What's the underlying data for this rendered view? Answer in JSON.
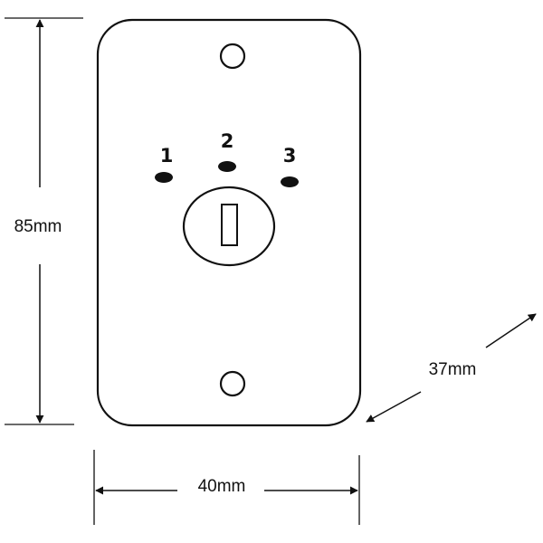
{
  "dimensions": {
    "height": "85mm",
    "width": "40mm",
    "depth": "37mm"
  },
  "positions": [
    "1",
    "2",
    "3"
  ],
  "colors": {
    "outline": "#111111",
    "background": "#ffffff"
  }
}
